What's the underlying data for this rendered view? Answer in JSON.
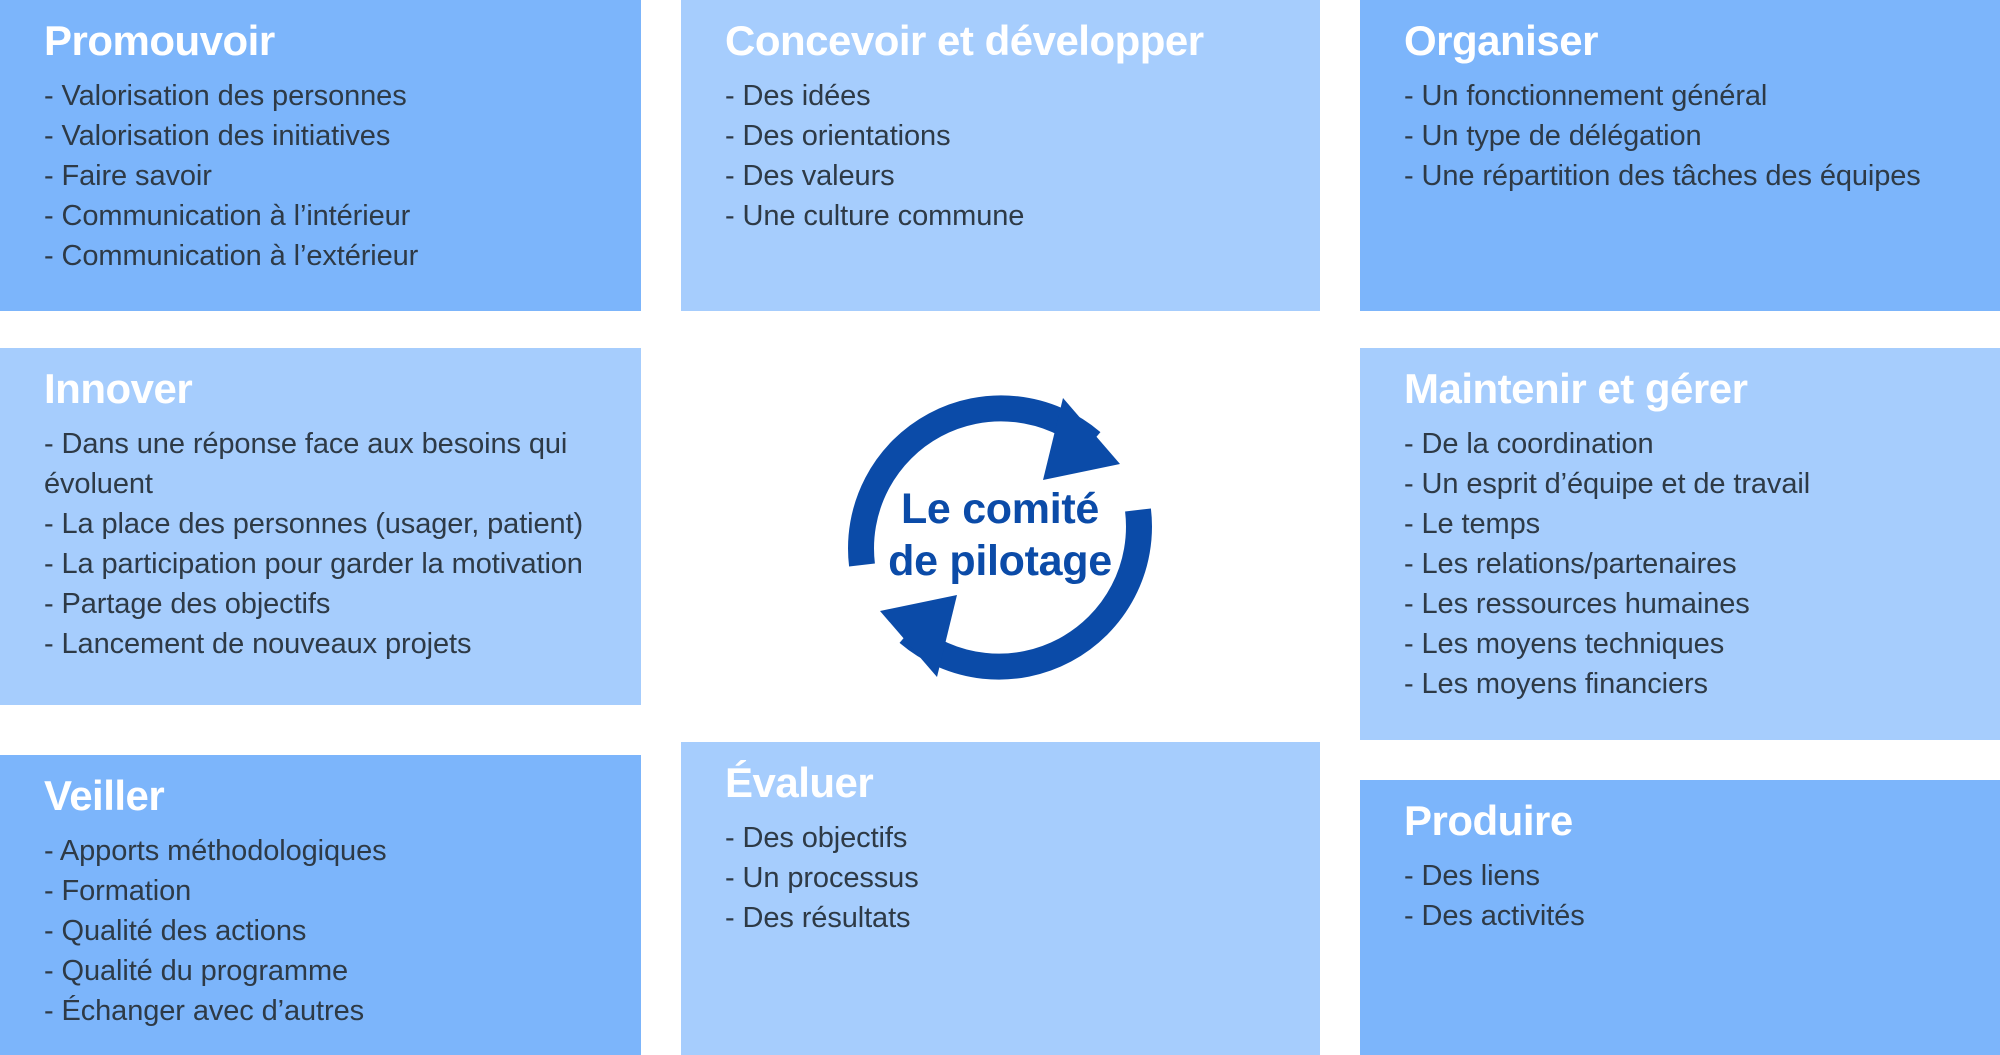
{
  "theme": {
    "card_dark": "#7cb5fb",
    "card_light": "#a6cdfd",
    "title_color": "#ffffff",
    "body_color": "#2e3a46",
    "accent_blue": "#0b4ba8",
    "background": "#ffffff"
  },
  "center": {
    "icon": "circular-cycle-arrows-icon",
    "line1": "Le comité",
    "line2": "de pilotage"
  },
  "cards": [
    {
      "id": "promouvoir",
      "tone": "dark",
      "title": "Promouvoir",
      "items": [
        "- Valorisation des personnes",
        "- Valorisation des initiatives",
        "- Faire savoir",
        "- Communication à l’intérieur",
        "- Communication à l’extérieur"
      ]
    },
    {
      "id": "concevoir",
      "tone": "light",
      "title": "Concevoir et développer",
      "items": [
        "- Des idées",
        "- Des orientations",
        "- Des valeurs",
        "- Une culture commune"
      ]
    },
    {
      "id": "organiser",
      "tone": "dark",
      "title": "Organiser",
      "items": [
        "- Un fonctionnement général",
        "- Un type de délégation",
        "- Une répartition des tâches des équipes"
      ]
    },
    {
      "id": "innover",
      "tone": "light",
      "title": "Innover",
      "items": [
        "- Dans une réponse face aux besoins qui évoluent",
        "- La place des personnes (usager, patient)",
        "- La participation pour garder la motivation",
        "- Partage des objectifs",
        "- Lancement de nouveaux projets"
      ]
    },
    {
      "id": "maintenir",
      "tone": "light",
      "title": "Maintenir et gérer",
      "items": [
        "- De la coordination",
        "- Un esprit d’équipe et de travail",
        "- Le temps",
        "- Les relations/partenaires",
        "- Les ressources humaines",
        "- Les moyens techniques",
        "- Les moyens financiers"
      ]
    },
    {
      "id": "veiller",
      "tone": "dark",
      "title": "Veiller",
      "items": [
        "- Apports méthodologiques",
        "- Formation",
        "- Qualité des actions",
        "- Qualité du programme",
        "- Échanger avec d’autres"
      ]
    },
    {
      "id": "evaluer",
      "tone": "light",
      "title": "Évaluer",
      "items": [
        "- Des objectifs",
        "- Un processus",
        "- Des résultats"
      ]
    },
    {
      "id": "produire",
      "tone": "dark",
      "title": "Produire",
      "items": [
        "- Des liens",
        "- Des activités"
      ]
    }
  ]
}
